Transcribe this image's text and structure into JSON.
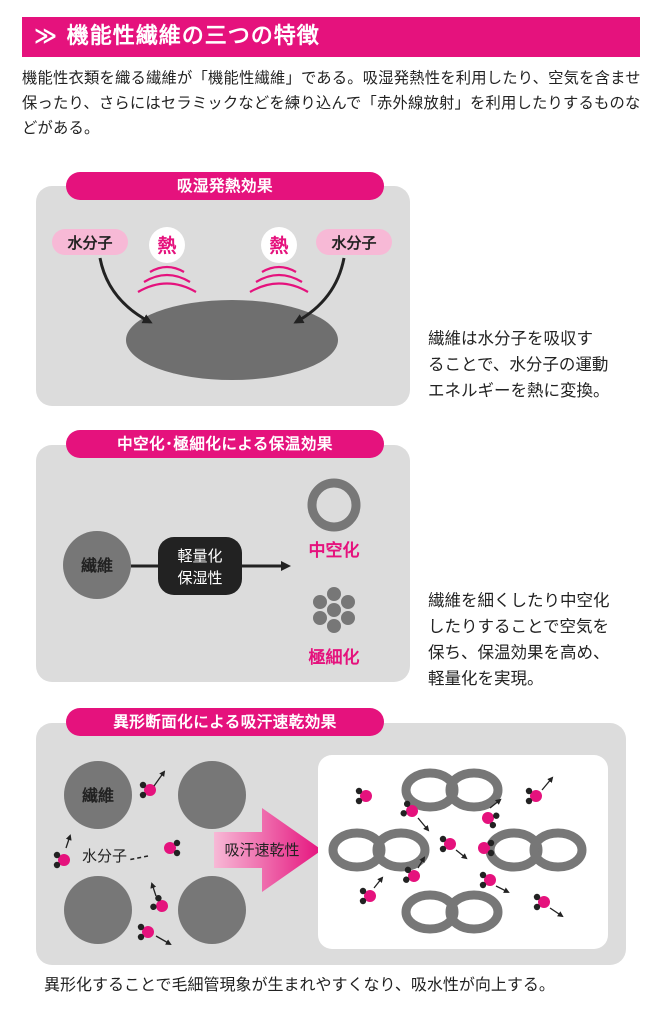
{
  "header": {
    "icon": "double-chevron-right-icon",
    "title": "機能性繊維の三つの特徴"
  },
  "intro": {
    "text": "機能性衣類を織る繊維が「機能性繊維」である。吸湿発熱性を利用したり、空気を含ませ保ったり、さらにはセラミックなどを練り込んで「赤外線放射」を利用したりするものなどがある。"
  },
  "section1": {
    "title": "吸湿発熱効果",
    "water_label_left": "水分子",
    "water_label_right": "水分子",
    "heat_left": "熱",
    "heat_right": "熱",
    "note_lines": [
      "繊維は水分子を吸収す",
      "ることで、水分子の運動",
      "エネルギーを熱に変換。"
    ]
  },
  "section2": {
    "title": "中空化･極細化による保温効果",
    "fiber_label": "繊維",
    "process_line1": "軽量化",
    "process_line2": "保湿性",
    "hollow_label": "中空化",
    "fine_label": "極細化",
    "note_lines": [
      "繊維を細くしたり中空化",
      "したりすることで空気を",
      "保ち、保温効果を高め、",
      "軽量化を実現。"
    ]
  },
  "section3": {
    "title": "異形断面化による吸汗速乾効果",
    "fiber_label": "繊維",
    "water_label": "水分子",
    "arrow_label": "吸汗速乾性",
    "note": "異形化することで毛細管現象が生まれやすくなり、吸水性が向上する。"
  },
  "colors": {
    "accent": "#e5127d",
    "panel": "#dcdcdc",
    "fiber": "#777777",
    "fiber_ellipse": "#6f6f6f",
    "pill_light": "#f7b9d6"
  }
}
